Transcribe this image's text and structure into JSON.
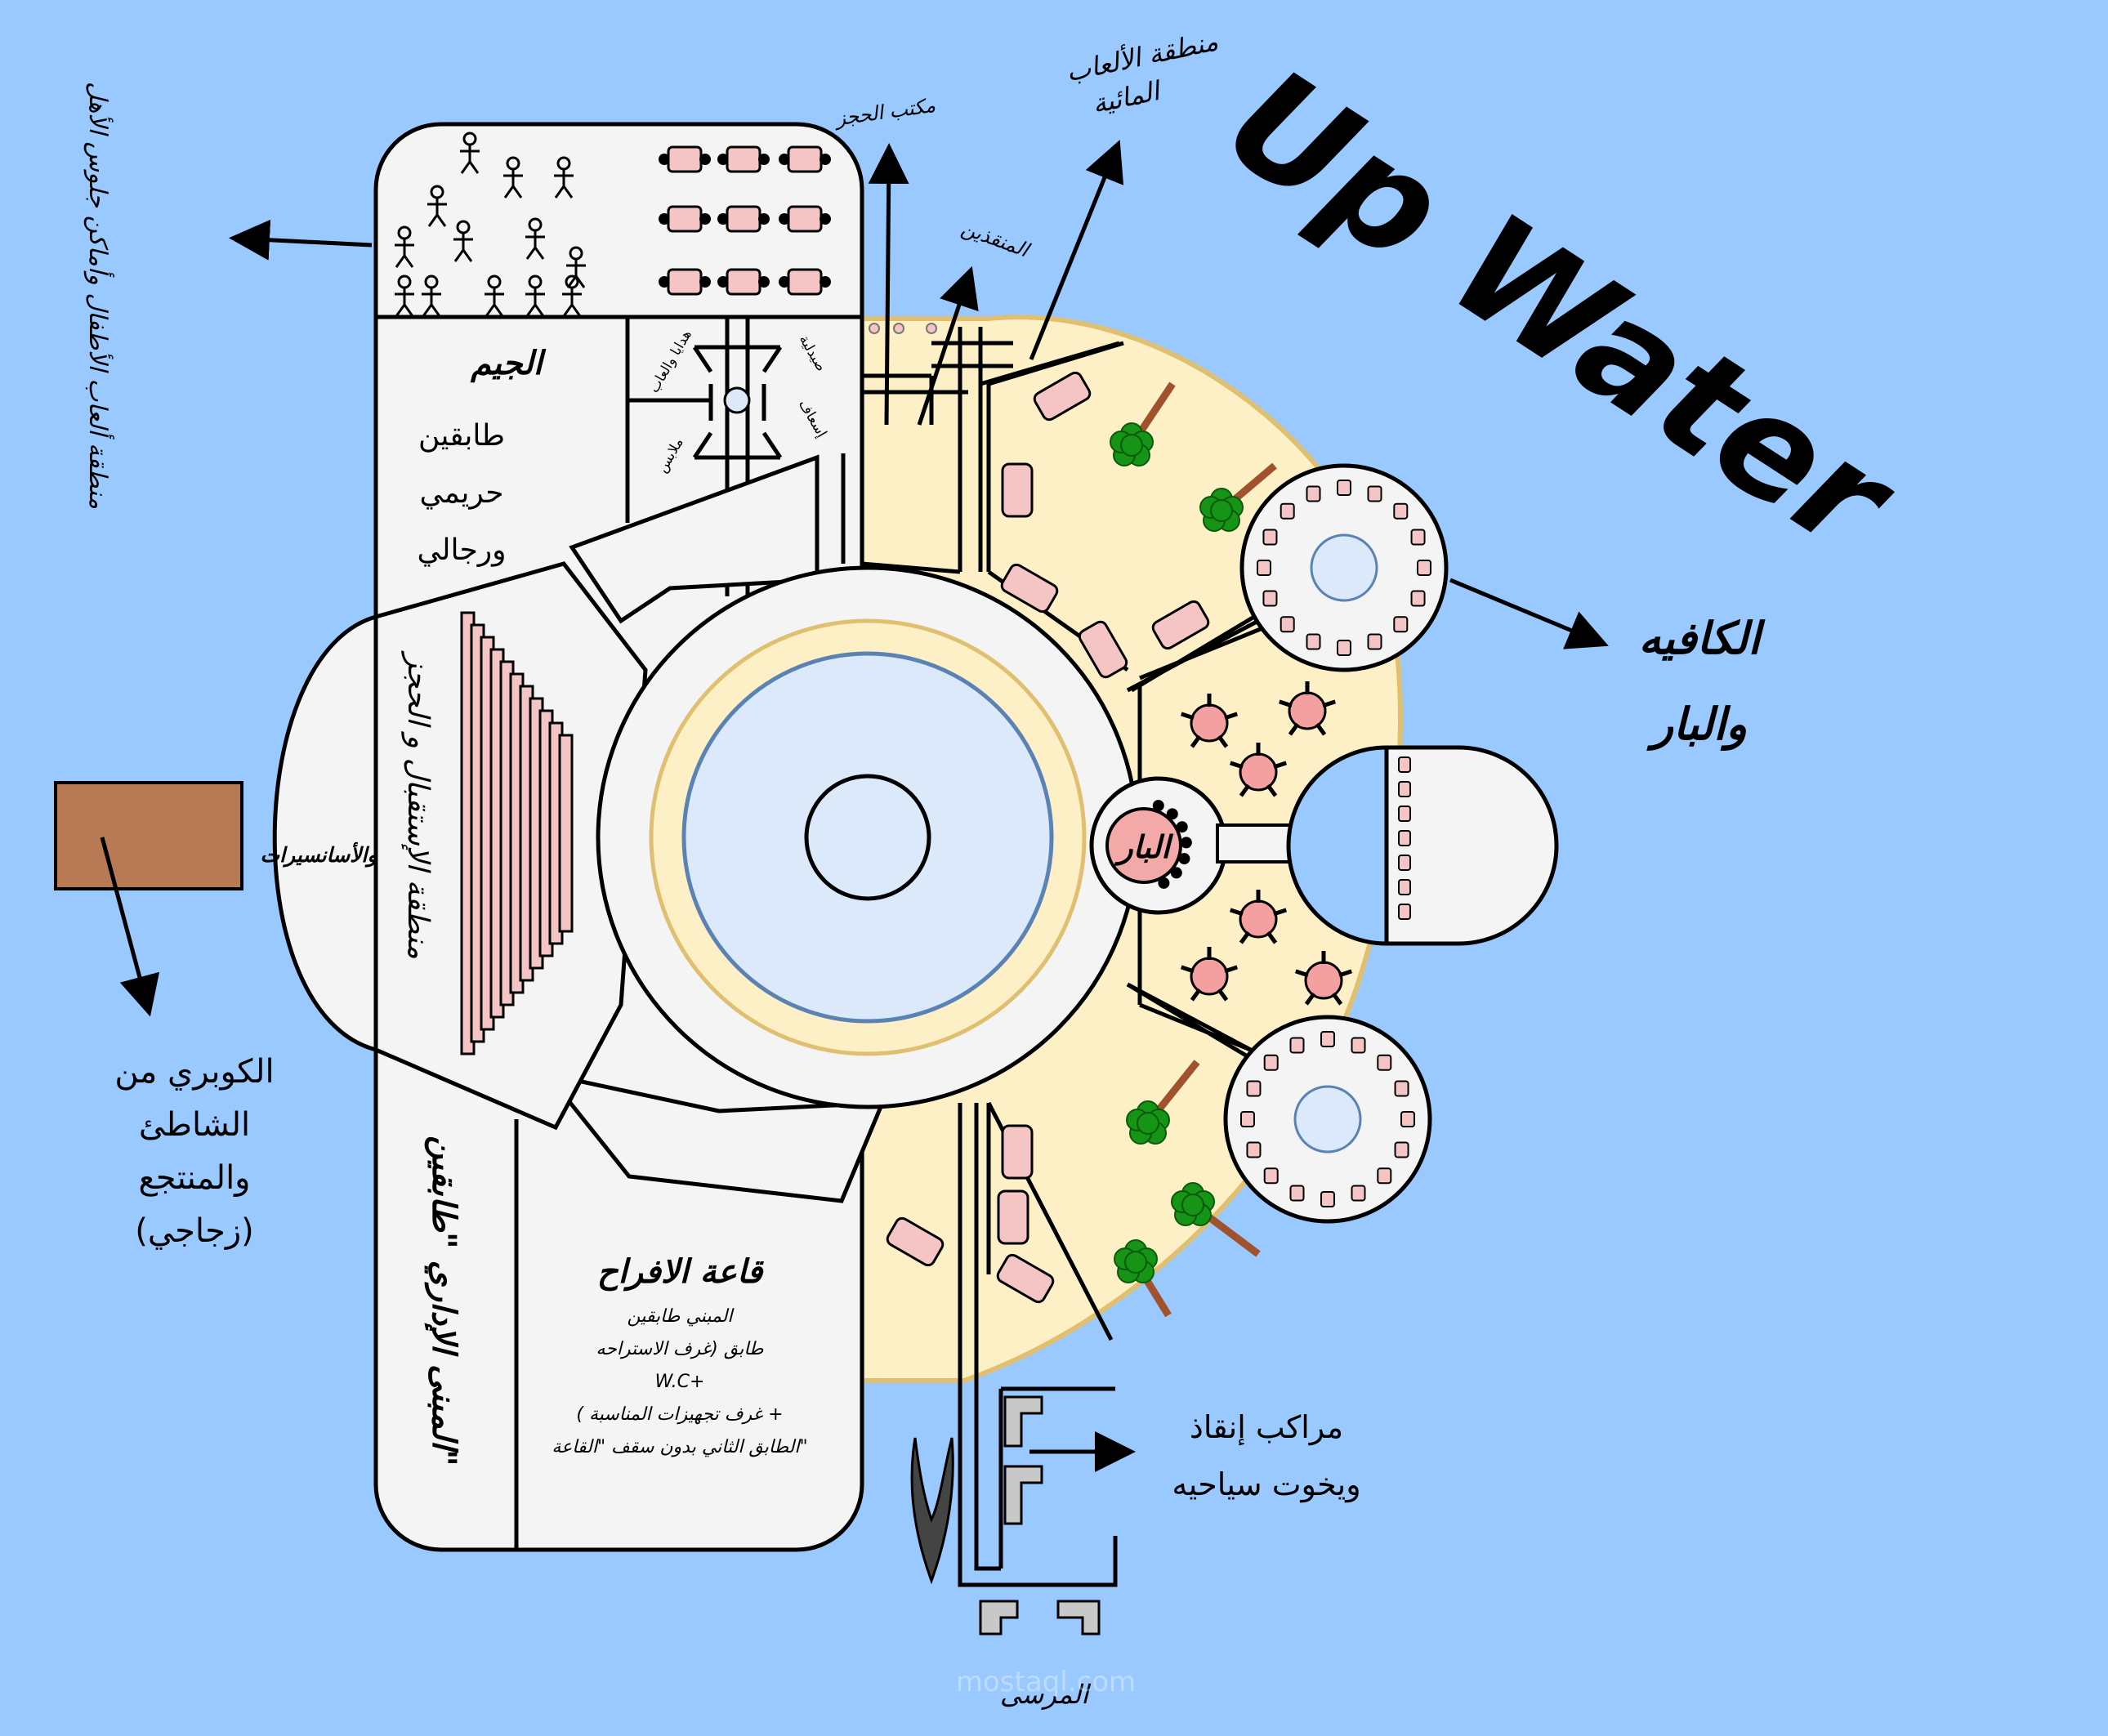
{
  "title": "Up Water",
  "colors": {
    "sea": "#99c9ff",
    "building": "#f4f4f4",
    "deck": "#fdf0c6",
    "pool": "#dbe9fb",
    "pink": "#f5c4c4",
    "seat": "#f4a9a9",
    "tree": "#169416",
    "trunk": "#a0522d",
    "bridge": "#b87a55",
    "boat": "#c8c8c8"
  },
  "labels": {
    "kids_area": "منطقة ألعاب الأطفال وأماكن جلوس الأهل",
    "booking_office": "مكتب الحجز",
    "water_games": "منطقة الألعاب المائية",
    "lifeguards": "المنقذين",
    "cafe_bar": [
      "الكافيه",
      "والبار"
    ],
    "gym_title": "الجيم",
    "gym_desc": [
      "طابقين",
      "حريمي",
      "ورجالي"
    ],
    "shop_gifts": "هدايا والعاب",
    "shop_pharmacy": "صيدلية",
    "shop_clothes": "ملابس",
    "shop_firstaid": "إسعاف",
    "reception": "منطقة الإستقبال و الحجز",
    "elevators": "والأسانسيرات",
    "bar": "البار",
    "bridge": [
      "الكوبري من",
      "الشاطئ",
      "والمنتجع",
      "(زجاجي)"
    ],
    "admin": "المبنى الإداري \"طابقين\"",
    "wedding_title": "قاعة الافراح",
    "wedding_desc": [
      "المبني طابقين",
      "طابق (غرف الاستراحه",
      "W.C+",
      "( غرف تجهيزات المناسبة +",
      "الطابق الثاني بدون سقف \"القاعة\""
    ],
    "boats": [
      "مراكب إنقاذ",
      "ويخوت سياحيه"
    ],
    "marina": "المرسى"
  },
  "watermark": "mostaql.com"
}
